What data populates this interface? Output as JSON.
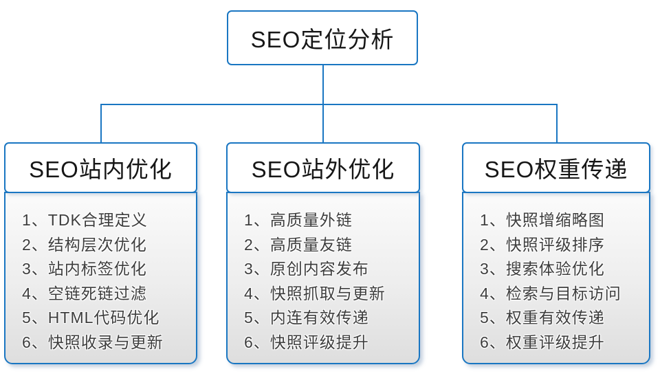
{
  "palette": {
    "accent_blue": "#1976c2",
    "title_text": "#161616",
    "item_text": "#3d3d3d",
    "body_gradient_top": "#fbfbfb",
    "body_gradient_bottom": "#dedede"
  },
  "root": {
    "title": "SEO定位分析"
  },
  "columns": [
    {
      "title": "SEO站内优化",
      "items": [
        "1、TDK合理定义",
        "2、结构层次优化",
        "3、站内标签优化",
        "4、空链死链过滤",
        "5、HTML代码优化",
        "6、快照收录与更新"
      ]
    },
    {
      "title": "SEO站外优化",
      "items": [
        "1、高质量外链",
        "2、高质量友链",
        "3、原创内容发布",
        "4、快照抓取与更新",
        "5、内连有效传递",
        "6、快照评级提升"
      ]
    },
    {
      "title": "SEO权重传递",
      "items": [
        "1、快照增缩略图",
        "2、快照评级排序",
        "3、搜索体验优化",
        "4、检索与目标访问",
        "5、权重有效传递",
        "6、权重评级提升"
      ]
    }
  ]
}
